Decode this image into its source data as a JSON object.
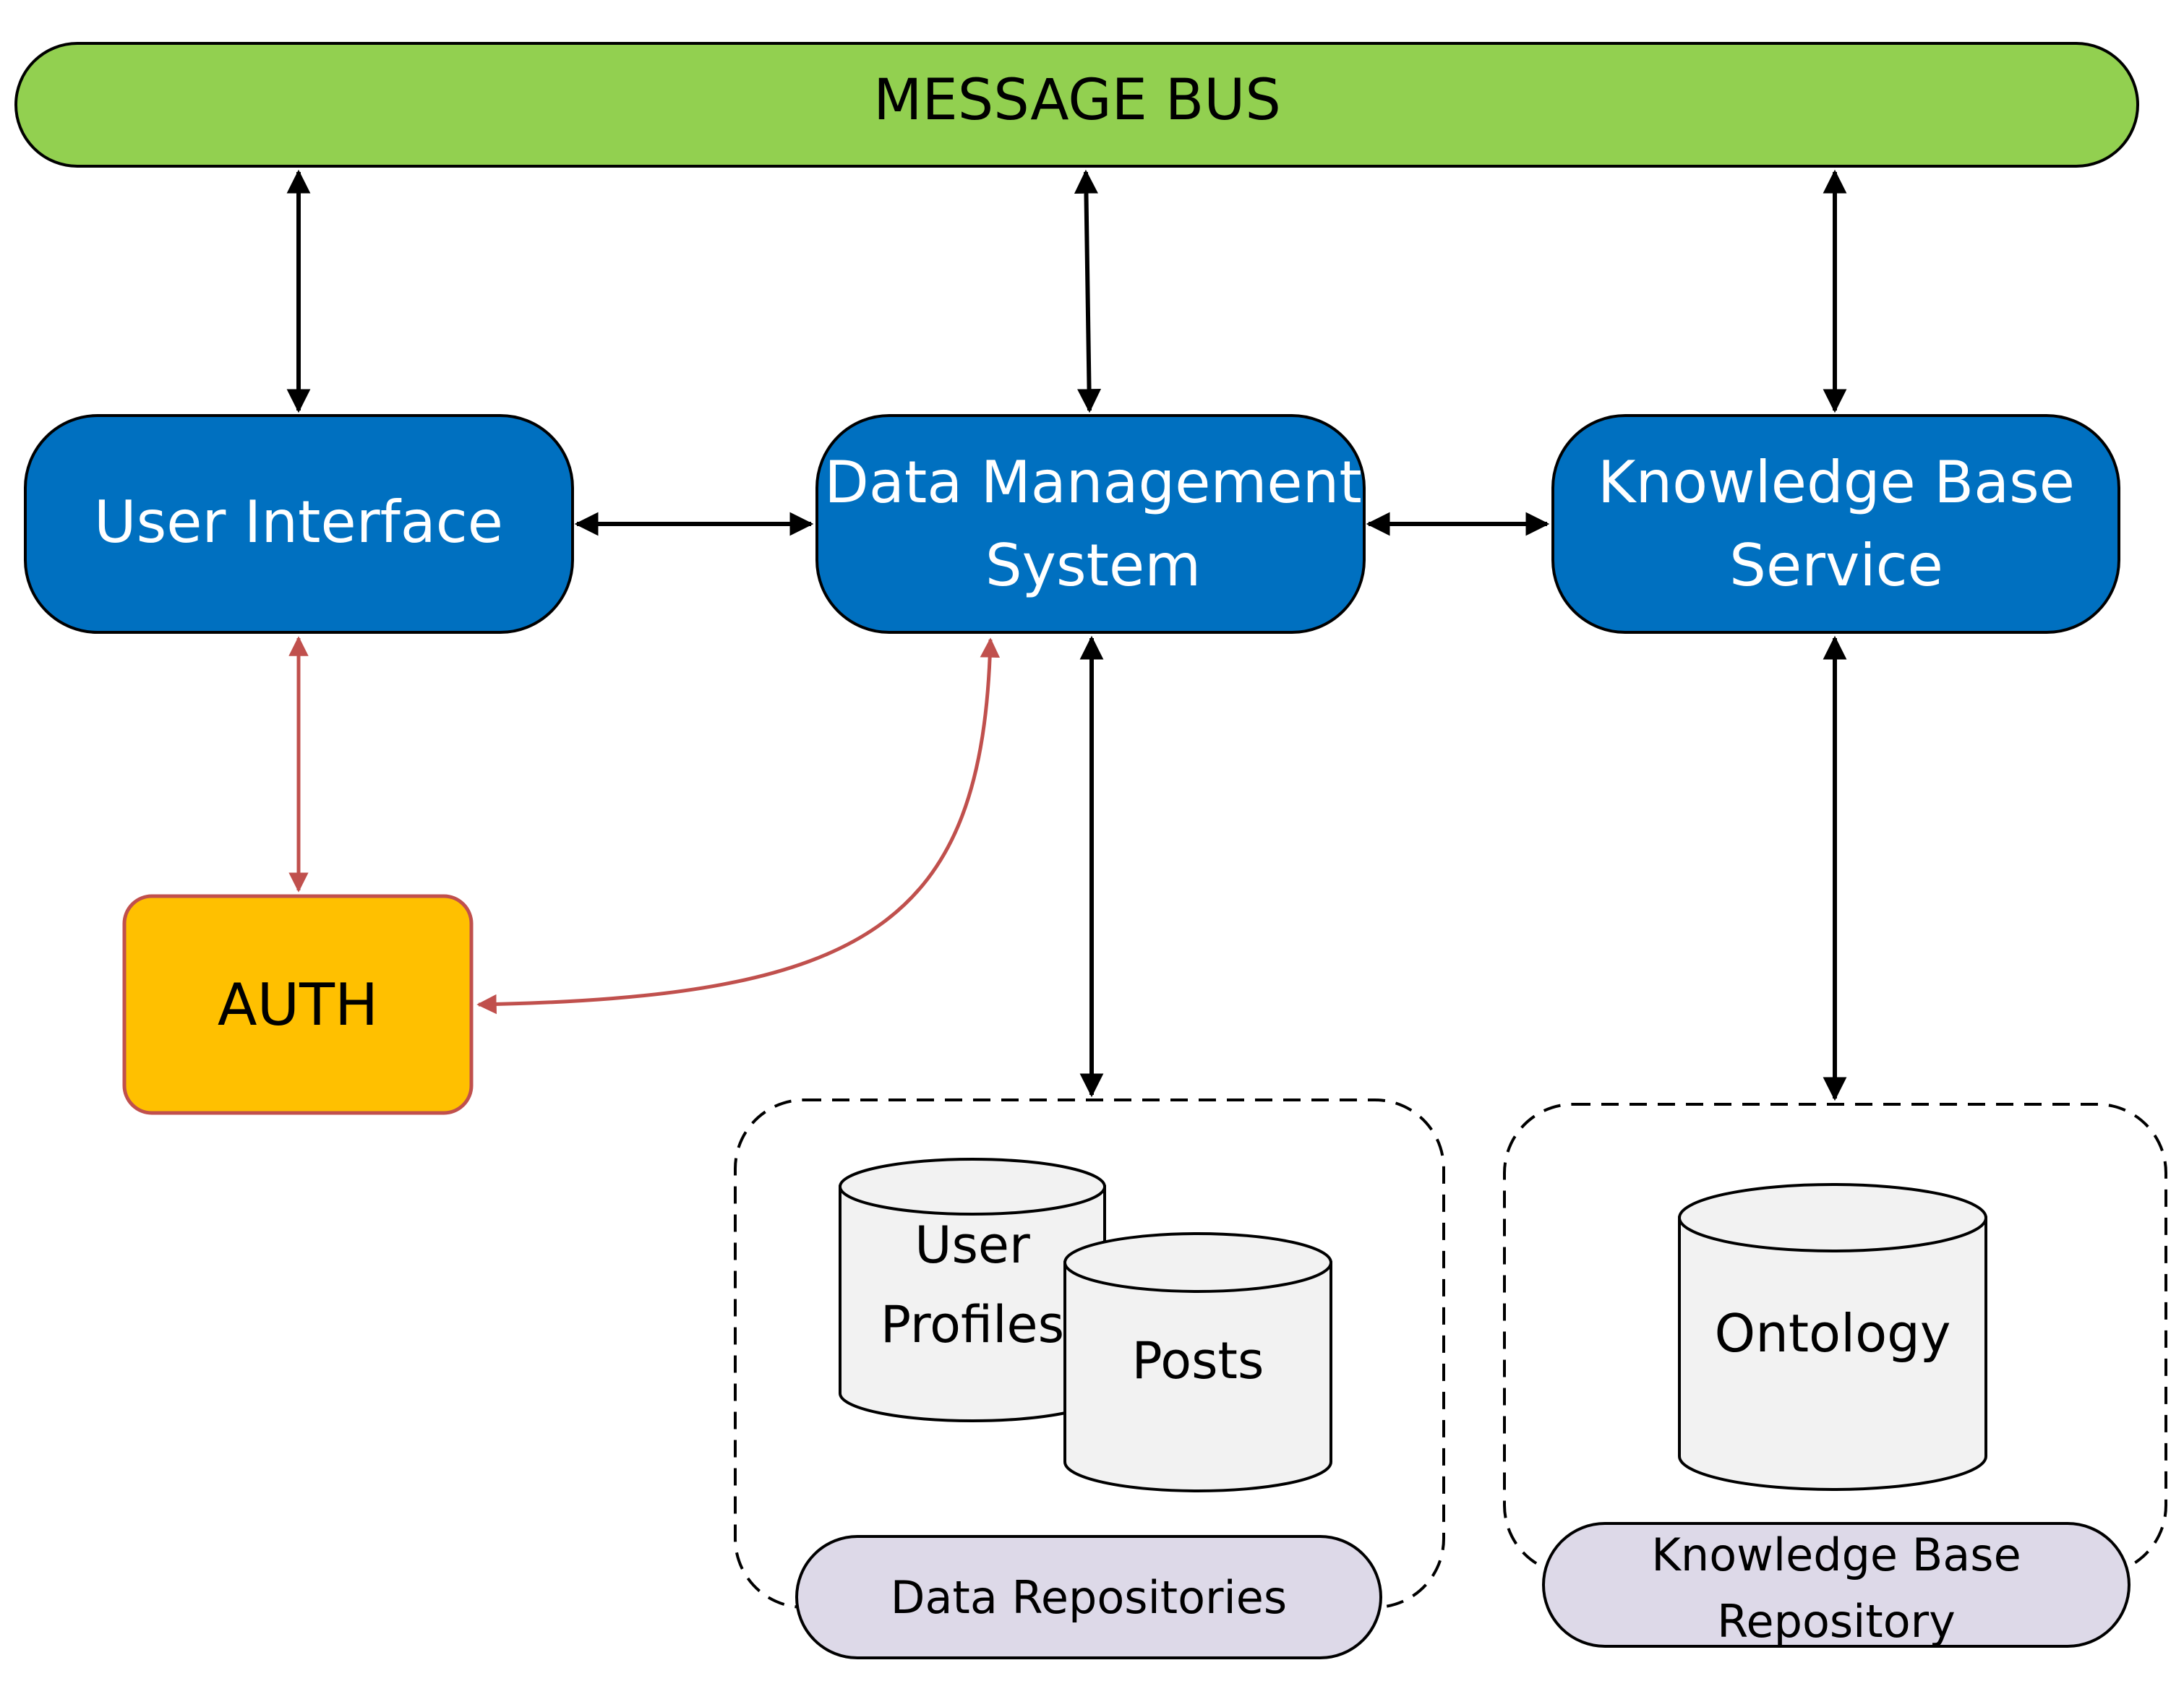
{
  "message_bus": {
    "label": "MESSAGE BUS"
  },
  "user_interface": {
    "label": "User Interface"
  },
  "data_management": {
    "line1": "Data Management",
    "line2": "System"
  },
  "knowledge_base_service": {
    "line1": "Knowledge Base",
    "line2": "Service"
  },
  "auth": {
    "label": "AUTH"
  },
  "data_repositories": {
    "label": "Data Repositories",
    "user_profiles": {
      "line1": "User",
      "line2": "Profiles"
    },
    "posts": {
      "label": "Posts"
    }
  },
  "knowledge_base_repository": {
    "line1": "Knowledge Base",
    "line2": "Repository",
    "ontology": {
      "label": "Ontology"
    }
  },
  "colors": {
    "bus": "#92d050",
    "service": "#0070c0",
    "auth": "#ffc000",
    "auth_border": "#c0504d",
    "auth_link": "#c0504d",
    "repo_label": "#ddd9e8",
    "cylinder": "#f2f2f2"
  }
}
